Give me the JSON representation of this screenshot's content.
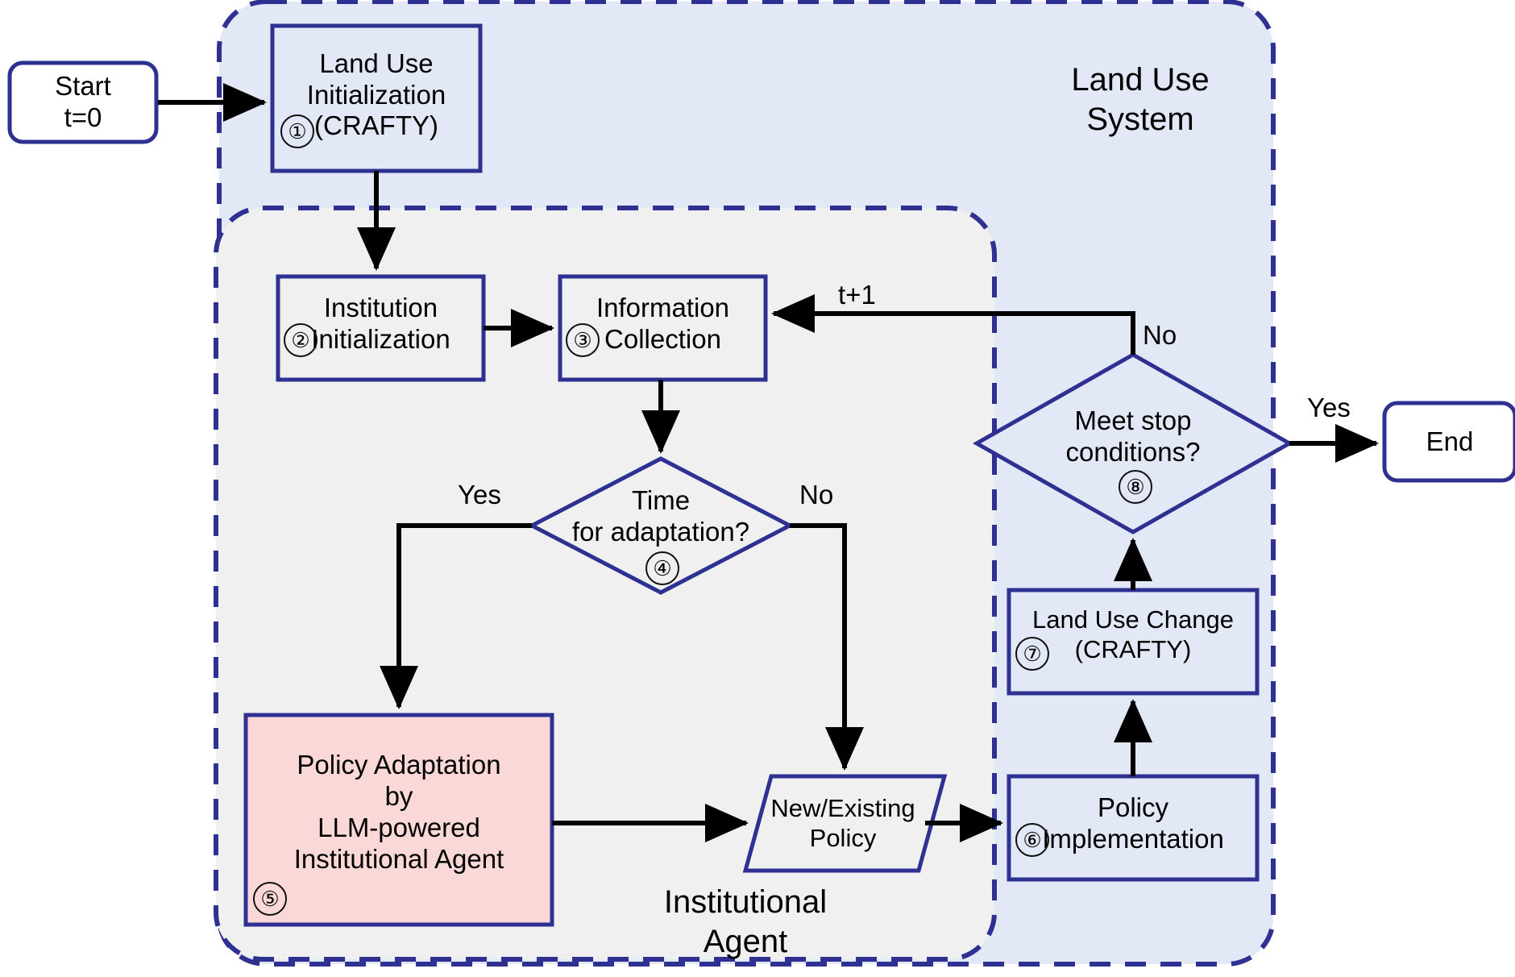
{
  "diagram": {
    "title": "Land Use System and Institutional Agent model flowchart",
    "colors": {
      "node_stroke": "#2E3192",
      "land_use_fill": "#E2E8F5",
      "agent_fill": "#F0F0F0",
      "highlight_fill": "#FBD8D8",
      "arrow": "#000000",
      "white": "#FFFFFF"
    },
    "groups": [
      {
        "id": "land-use-system",
        "label": "Land Use\nSystem",
        "fill": "#E2E8F5"
      },
      {
        "id": "institutional-agent",
        "label": "Institutional\nAgent",
        "fill": "#F0F0F0"
      }
    ],
    "nodes": [
      {
        "id": "start",
        "shape": "rounded",
        "label": "Start\nt=0",
        "marker": ""
      },
      {
        "id": "land-use-init",
        "shape": "rect",
        "label": "Land Use\nInitialization\n(CRAFTY)",
        "marker": "①"
      },
      {
        "id": "inst-init",
        "shape": "rect",
        "label": "Institution\nInitialization",
        "marker": "②"
      },
      {
        "id": "info-collect",
        "shape": "rect",
        "label": "Information\nCollection",
        "marker": "③"
      },
      {
        "id": "time-adapt",
        "shape": "diamond",
        "label": "Time\nfor adaptation?",
        "marker": "④"
      },
      {
        "id": "policy-adapt",
        "shape": "rect-pink",
        "label": "Policy Adaptation\nby\nLLM-powered\nInstitutional Agent",
        "marker": "⑤"
      },
      {
        "id": "new-policy",
        "shape": "parallelogram",
        "label": "New/Existing\nPolicy",
        "marker": ""
      },
      {
        "id": "policy-impl",
        "shape": "rect",
        "label": "Policy\nImplementation",
        "marker": "⑥"
      },
      {
        "id": "land-use-chg",
        "shape": "rect",
        "label": "Land Use Change\n(CRAFTY)",
        "marker": "⑦"
      },
      {
        "id": "meet-stop",
        "shape": "diamond",
        "label": "Meet stop\nconditions?",
        "marker": "⑧"
      },
      {
        "id": "end",
        "shape": "rounded",
        "label": "End",
        "marker": ""
      }
    ],
    "edge_labels": [
      {
        "id": "label-yes-adapt",
        "text": "Yes"
      },
      {
        "id": "label-no-adapt",
        "text": "No"
      },
      {
        "id": "label-t-plus-1",
        "text": "t+1"
      },
      {
        "id": "label-no-stop",
        "text": "No"
      },
      {
        "id": "label-yes-stop",
        "text": "Yes"
      }
    ]
  }
}
